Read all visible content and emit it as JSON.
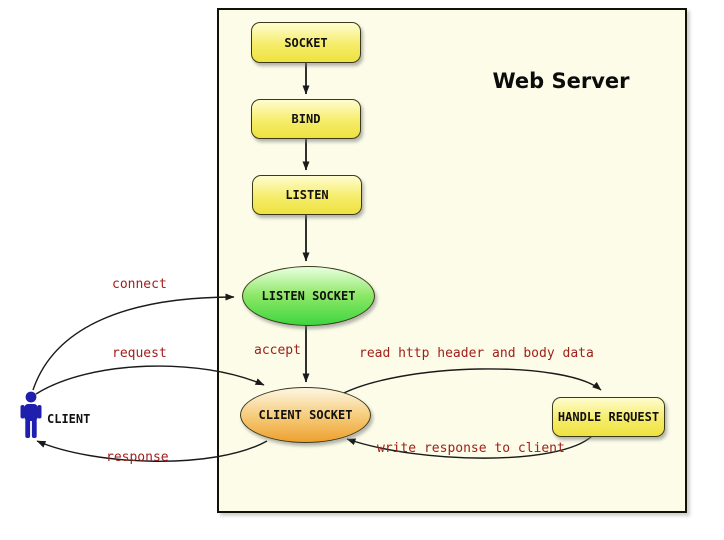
{
  "diagram": {
    "title": "Web Server",
    "nodes": {
      "socket": {
        "label": "SOCKET"
      },
      "bind": {
        "label": "BIND"
      },
      "listen": {
        "label": "LISTEN"
      },
      "listen_socket": {
        "label": "LISTEN SOCKET"
      },
      "client_socket": {
        "label": "CLIENT SOCKET"
      },
      "handle_request": {
        "label": "HANDLE REQUEST"
      },
      "client": {
        "label": "CLIENT"
      }
    },
    "edge_labels": {
      "connect": "connect",
      "request": "request",
      "response": "response",
      "accept": "accept",
      "read_http": "read http header and body data",
      "write_response": "write response to client"
    },
    "colors": {
      "server_bg": "#fcfce9",
      "yellow_top": "#fefdd0",
      "yellow_bottom": "#eee23f",
      "green_top": "#eaffe0",
      "green_bottom": "#3fd53f",
      "orange_top": "#fdf6e3",
      "orange_bottom": "#eda02f",
      "node_border": "#3a3a1a",
      "edge_label": "#a1201c",
      "client_figure": "#1f1fad",
      "arrow": "#1a1a1a"
    }
  }
}
